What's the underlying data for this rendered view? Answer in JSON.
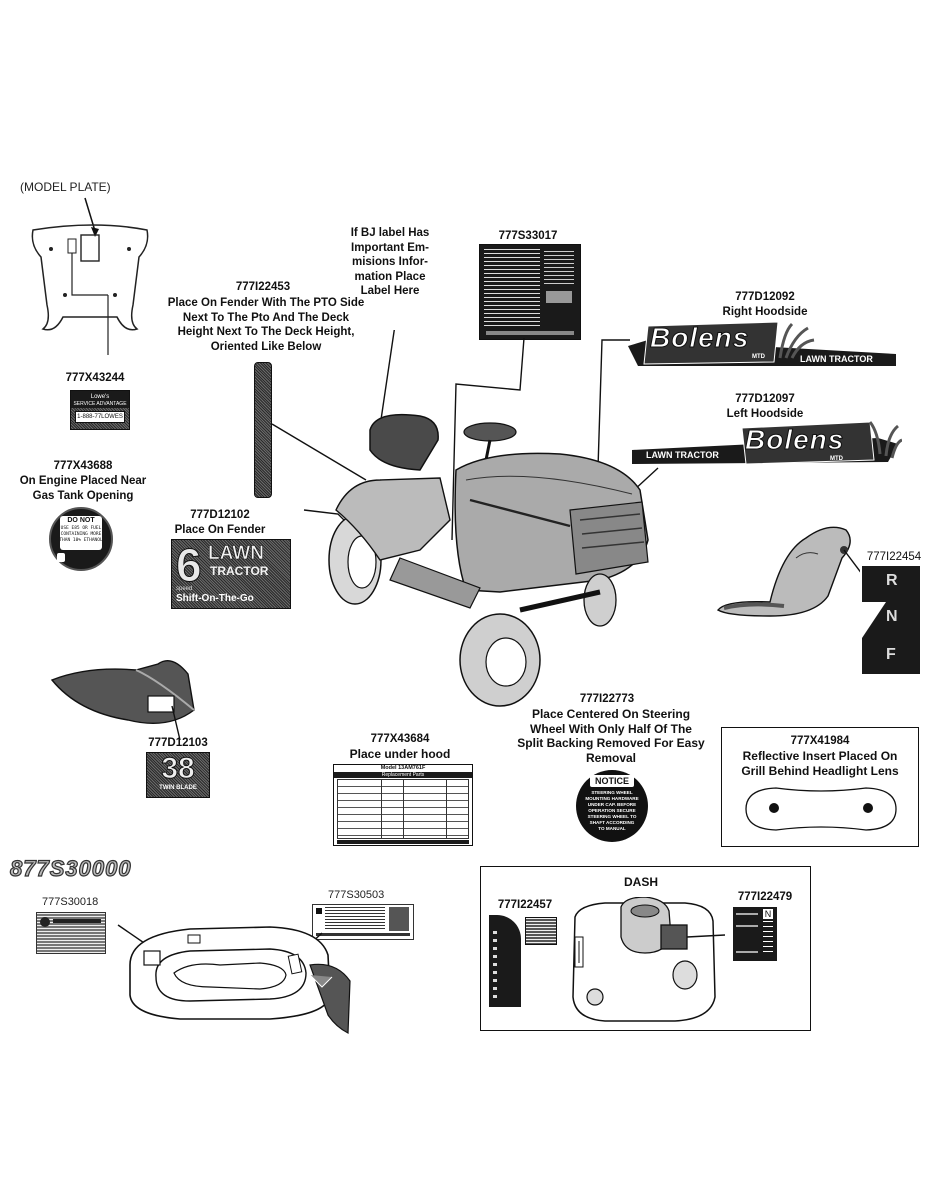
{
  "model_plate": {
    "caption": "(MODEL PLATE)",
    "part": "777X43244",
    "decal_line1": "Lowe's",
    "decal_line2": "SERVICE ADVANTAGE",
    "decal_line3": "1-888-77LOWES"
  },
  "gas_tank_label": {
    "part": "777X43688",
    "caption": "On Engine Placed Near Gas Tank Opening",
    "disc_lines": [
      "DO NOT",
      "USE E85 OR FUEL",
      "CONTAINING MORE",
      "THAN 10% ETHANOL"
    ]
  },
  "fender_pto": {
    "part": "777I22453",
    "caption": "Place On Fender With The PTO Side Next To The Pto And The Deck Height Next To The Deck Height, Oriented Like Below"
  },
  "bj_label": {
    "caption": "If BJ label Has Important Em- misions Infor- mation Place Label Here"
  },
  "emissions_decal": {
    "part": "777S33017"
  },
  "right_hoodside": {
    "part": "777D12092",
    "caption": "Right Hoodside",
    "brand": "Bolens",
    "sub": "MTD",
    "tag": "LAWN TRACTOR"
  },
  "left_hoodside": {
    "part": "777D12097",
    "caption": "Left Hoodside",
    "brand": "Bolens",
    "sub": "MTD",
    "tag": "LAWN TRACTOR"
  },
  "fender_speed": {
    "part": "777D12102",
    "caption": "Place On Fender",
    "digit": "6",
    "word1": "LAWN",
    "word2": "TRACTOR",
    "small": "speed",
    "tagline": "Shift-On-The-Go"
  },
  "shift_decal": {
    "part": "777I22454"
  },
  "deck_decal": {
    "part": "777D12103",
    "digits": "38",
    "sub": "TWIN BLADE"
  },
  "hood_label": {
    "part": "777X43684",
    "caption": "Place under hood",
    "table_title": "Model 13AM761F",
    "table_sub": "Replacement Parts"
  },
  "steering_label": {
    "part": "777I22773",
    "caption": "Place Centered On Steering Wheel With Only Half Of The Split Backing Removed For Easy Removal",
    "disc_title": "NOTICE",
    "disc_lines": [
      "STEERING WHEEL",
      "MOUNTING HARDWARE",
      "UNDER CAP. BEFORE",
      "OPERATION SECURE",
      "STEERING WHEEL TO",
      "SHAFT ACCORDING",
      "TO MANUAL"
    ]
  },
  "grill_insert": {
    "part": "777X41984",
    "caption": "Reflective Insert Placed On Grill Behind Headlight Lens"
  },
  "kit": {
    "part": "877S30000"
  },
  "seat_decal_a": {
    "part": "777S30018"
  },
  "seat_decal_b": {
    "part": "777S30503"
  },
  "dash": {
    "title": "DASH",
    "left_part": "777I22457",
    "right_part": "777I22479",
    "gear_labels": [
      "N"
    ]
  }
}
